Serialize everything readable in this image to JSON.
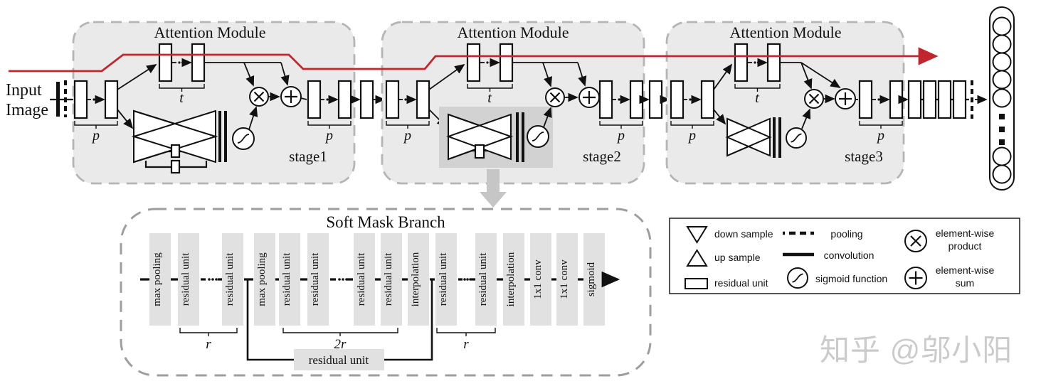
{
  "input": {
    "line1": "Input",
    "line2": "Image"
  },
  "modules": [
    {
      "title": "Attention Module",
      "p_in": "p",
      "t": "t",
      "p_out": "p",
      "stage": "stage1"
    },
    {
      "title": "Attention Module",
      "p_in": "p",
      "t": "t",
      "p_out": "p",
      "stage": "stage2"
    },
    {
      "title": "Attention Module",
      "p_in": "p",
      "t": "t",
      "p_out": "p",
      "stage": "stage3"
    }
  ],
  "soft_mask": {
    "title": "Soft Mask Branch",
    "columns": [
      "max pooling",
      "residual unit",
      "residual unit",
      "max pooling",
      "residual unit",
      "residual unit",
      "residual unit",
      "residual unit",
      "interpolation",
      "residual unit",
      "residual unit",
      "interpolation",
      "1x1 conv",
      "1x1 conv",
      "sigmoid"
    ],
    "bracket_r1": "r",
    "bracket_2r": "2r",
    "bracket_r2": "r",
    "skip_label": "residual unit"
  },
  "legend": {
    "down_sample": "down sample",
    "up_sample": "up sample",
    "residual_unit": "residual unit",
    "pooling": "pooling",
    "convolution": "convolution",
    "sigmoid_function": "sigmoid function",
    "product_line1": "element-wise",
    "product_line2": "product",
    "sum_line1": "element-wise",
    "sum_line2": "sum"
  },
  "watermark": "知乎 @邬小阳",
  "colors": {
    "red_line": "#c0262d",
    "module_fill": "#eaeaea",
    "module_border": "#b5b5b5",
    "column_fill": "#e1e1e1",
    "highlight_fill": "#d2d2d2",
    "gray_arrow": "#c6c6c6",
    "watermark": "#cbcbcb"
  }
}
